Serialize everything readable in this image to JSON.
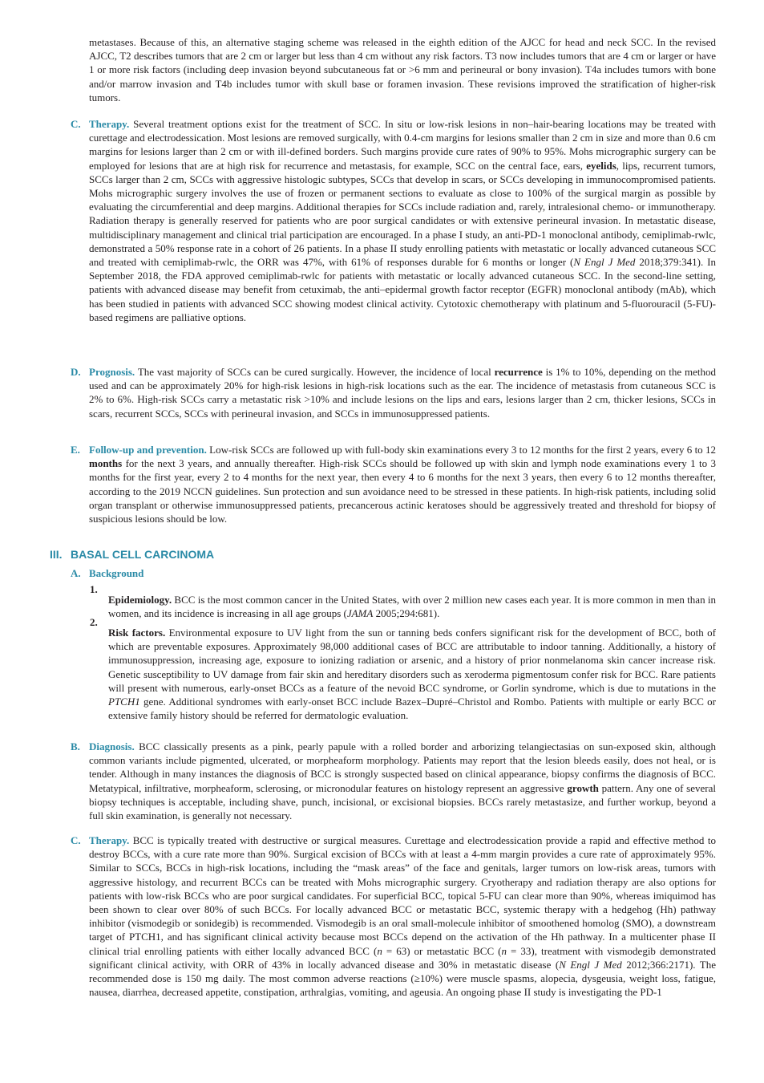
{
  "intro": "metastases. Because of this, an alternative staging scheme was released in the eighth edition of the AJCC for head and neck SCC. In the revised AJCC, T2 describes tumors that are 2 cm or larger but less than 4 cm without any risk factors. T3 now includes tumors that are 4 cm or larger or have 1 or more risk factors (including deep invasion beyond subcutaneous fat or >6 mm and perineural or bony invasion). T4a includes tumors with bone and/or marrow invasion and T4b includes tumor with skull base or foramen invasion. These revisions improved the stratification of higher-risk tumors.",
  "scc": {
    "therapy": {
      "letter": "C.",
      "heading": "Therapy.",
      "t1": " Several treatment options exist for the treatment of SCC. In situ or low-risk lesions in non–hair-bearing locations may be treated with curettage and electrodessication. Most lesions are removed surgically, with 0.4-cm margins for lesions smaller than 2 cm in size and more than 0.6 cm margins for lesions larger than 2 cm or with ill-defined borders. Such margins provide cure rates of 90% to 95%. Mohs micrographic surgery can be employed for lesions that are at high risk for recurrence and metastasis, for example, SCC on the central face, ears, ",
      "bold1": "eyelids",
      "t2": ", lips, recurrent tumors, SCCs larger than 2 cm, SCCs with aggressive histologic subtypes, SCCs that develop in scars, or SCCs developing in immunocompromised patients. Mohs micrographic surgery involves the use of frozen or permanent sections to evaluate as close to 100% of the surgical margin as possible by evaluating the circumferential and deep margins. Additional therapies for SCCs include radiation and, rarely, intralesional chemo- or immunotherapy. Radiation therapy is generally reserved for patients who are poor surgical candidates or with extensive perineural invasion. In metastatic disease, multidisciplinary management and clinical trial participation are encouraged. In a phase I study, an anti-PD-1 monoclonal antibody, cemiplimab-rwlc, demonstrated a 50% response rate in a cohort of 26 patients. In a phase II study enrolling patients with metastatic or locally advanced cutaneous SCC and treated with cemiplimab-rwlc, the ORR was 47%, with 61% of responses durable for 6 months or longer (",
      "cite": "N Engl J Med",
      "t3": " 2018;379:341). In September 2018, the FDA approved cemiplimab-rwlc for patients with metastatic or locally advanced cutaneous SCC. In the second-line setting, patients with advanced disease may benefit from cetuximab, the anti–epidermal growth factor receptor (EGFR) monoclonal antibody (mAb), which has been studied in patients with advanced SCC showing modest clinical activity. Cytotoxic chemotherapy with platinum and 5-fluorouracil (5-FU)-based regimens are palliative options."
    },
    "prognosis": {
      "letter": "D.",
      "heading": "Prognosis.",
      "t1": " The vast majority of SCCs can be cured surgically. However, the incidence of local ",
      "bold1": "recurrence",
      "t2": " is 1% to 10%, depending on the method used and can be approximately 20% for high-risk lesions in high-risk locations such as the ear. The incidence of metastasis from cutaneous SCC is 2% to 6%. High-risk SCCs carry a metastatic risk >10% and include lesions on the lips and ears, lesions larger than 2 cm, thicker lesions, SCCs in scars, recurrent SCCs, SCCs with perineural invasion, and SCCs in immunosuppressed patients."
    },
    "followup": {
      "letter": "E.",
      "heading": "Follow-up and prevention.",
      "t1": " Low-risk SCCs are followed up with full-body skin examinations every 3 to 12 months for the first 2 years, every 6 to 12 ",
      "bold1": "months",
      "t2": " for the next 3 years, and annually thereafter. High-risk SCCs should be followed up with skin and lymph node examinations every 1 to 3 months for the first year, every 2 to 4 months for the next year, then every 4 to 6 months for the next 3 years, then every 6 to 12 months thereafter, according to the 2019 NCCN guidelines. Sun protection and sun avoidance need to be stressed in these patients. In high-risk patients, including solid organ transplant or otherwise immunosuppressed patients, precancerous actinic keratoses should be aggressively treated and threshold for biopsy of suspicious lesions should be low."
    }
  },
  "section": {
    "roman": "III.",
    "title": "BASAL CELL CARCINOMA"
  },
  "bcc": {
    "background": {
      "letter": "A.",
      "heading": "Background",
      "epi": {
        "num": "1.",
        "heading": "Epidemiology.",
        "t1": " BCC is the most common cancer in the United States, with over 2 million new cases each year. It is more common in men than in women, and its incidence is increasing in all age groups (",
        "cite": "JAMA",
        "t2": " 2005;294:681)."
      },
      "risk": {
        "num": "2.",
        "heading": "Risk factors.",
        "t1": " Environmental exposure to UV light from the sun or tanning beds confers significant risk for the development of BCC, both of which are preventable exposures. Approximately 98,000 additional cases of BCC are attributable to indoor tanning. Additionally, a history of immunosuppression, increasing age, exposure to ionizing radiation or arsenic, and a history of prior nonmelanoma skin cancer increase risk. Genetic susceptibility to UV damage from fair skin and hereditary disorders such as xeroderma pigmentosum confer risk for BCC. Rare patients will present with numerous, early-onset BCCs as a feature of the nevoid BCC syndrome, or Gorlin syndrome, which is due to mutations in the ",
        "gene": "PTCH1",
        "t2": " gene. Additional syndromes with early-onset BCC include Bazex–Dupré–Christol and Rombo. Patients with multiple or early BCC or extensive family history should be referred for dermatologic evaluation."
      }
    },
    "diagnosis": {
      "letter": "B.",
      "heading": "Diagnosis.",
      "t1": " BCC classically presents as a pink, pearly papule with a rolled border and arborizing telangiectasias on sun-exposed skin, although common variants include pigmented, ulcerated, or morpheaform morphology. Patients may report that the lesion bleeds easily, does not heal, or is tender. Although in many instances the diagnosis of BCC is strongly suspected based on clinical appearance, biopsy confirms the diagnosis of BCC. Metatypical, infiltrative, morpheaform, sclerosing, or micronodular features on histology represent an aggressive ",
      "bold1": "growth",
      "t2": " pattern. Any one of several biopsy techniques is acceptable, including shave, punch, incisional, or excisional biopsies. BCCs rarely metastasize, and further workup, beyond a full skin examination, is generally not necessary."
    },
    "therapy": {
      "letter": "C.",
      "heading": "Therapy.",
      "t1": " BCC is typically treated with destructive or surgical measures. Curettage and electrodessication provide a rapid and effective method to destroy BCCs, with a cure rate more than 90%. Surgical excision of BCCs with at least a 4-mm margin provides a cure rate of approximately 95%. Similar to SCCs, BCCs in high-risk locations, including the “mask areas” of the face and genitals, larger tumors on low-risk areas, tumors with aggressive histology, and recurrent BCCs can be treated with Mohs micrographic surgery. Cryotherapy and radiation therapy are also options for patients with low-risk BCCs who are poor surgical candidates. For superficial BCC, topical 5-FU can clear more than 90%, whereas imiquimod has been shown to clear over 80% of such BCCs. For locally advanced BCC or metastatic BCC, systemic therapy with a hedgehog (Hh) pathway inhibitor (vismodegib or sonidegib) is recommended. Vismodegib is an oral small-molecule inhibitor of smoothened homolog (SMO), a downstream target of PTCH1, and has significant clinical activity because most BCCs depend on the activation of the Hh pathway. In a multicenter phase II clinical trial enrolling patients with either locally advanced BCC (",
      "n1": "n",
      "t2": " = 63) or metastatic BCC (",
      "n2": "n",
      "t3": " = 33), treatment with vismodegib demonstrated significant clinical activity, with ORR of 43% in locally advanced disease and 30% in metastatic disease (",
      "cite": "N Engl J Med",
      "t4": " 2012;366:2171). The recommended dose is 150 mg daily. The most common adverse reactions (≥10%) were muscle spasms, alopecia, dysgeusia, weight loss, fatigue, nausea, diarrhea, decreased appetite, constipation, arthralgias, vomiting, and ageusia. An ongoing phase II study is investigating the PD-1"
    }
  }
}
